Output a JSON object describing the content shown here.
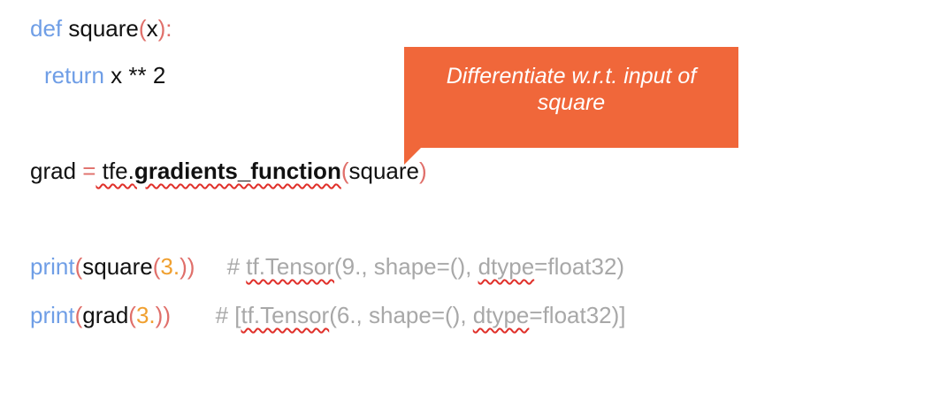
{
  "code": {
    "line1": {
      "kw": "def",
      "name": " square",
      "open": "(",
      "arg": "x",
      "close": ")",
      "colon": ":"
    },
    "line2": {
      "kw": "return",
      "expr": " x ** 2"
    },
    "line3": {
      "lhs": "grad ",
      "eq": "=",
      "mod": " tfe.",
      "fn": "gradients_function",
      "open": "(",
      "arg": "square",
      "close": ")"
    },
    "line4": {
      "kw": "print",
      "open": "(",
      "fn": "square",
      "open2": "(",
      "num": "3.",
      "close2": ")",
      "close": ")",
      "cmt_pre": "     # ",
      "cmt_tensor": "tf.Tensor",
      "cmt_mid": "(9., shape=(), ",
      "cmt_dtype": "dtype",
      "cmt_post": "=float32)"
    },
    "line5": {
      "kw": "print",
      "open": "(",
      "fn": "grad",
      "open2": "(",
      "num": "3.",
      "close2": ")",
      "close": ")",
      "cmt_pre": "       # [",
      "cmt_tensor": "tf.Tensor",
      "cmt_mid": "(6., shape=(), ",
      "cmt_dtype": "dtype",
      "cmt_post": "=float32)]"
    }
  },
  "callout": {
    "text": "Differentiate w.r.t. input of square"
  },
  "colors": {
    "keyword": "#6f9ee6",
    "paren": "#e06f6a",
    "number": "#f0a030",
    "comment": "#a8a8a8",
    "callout_bg": "#f0673a",
    "squiggle": "#e0302a"
  }
}
